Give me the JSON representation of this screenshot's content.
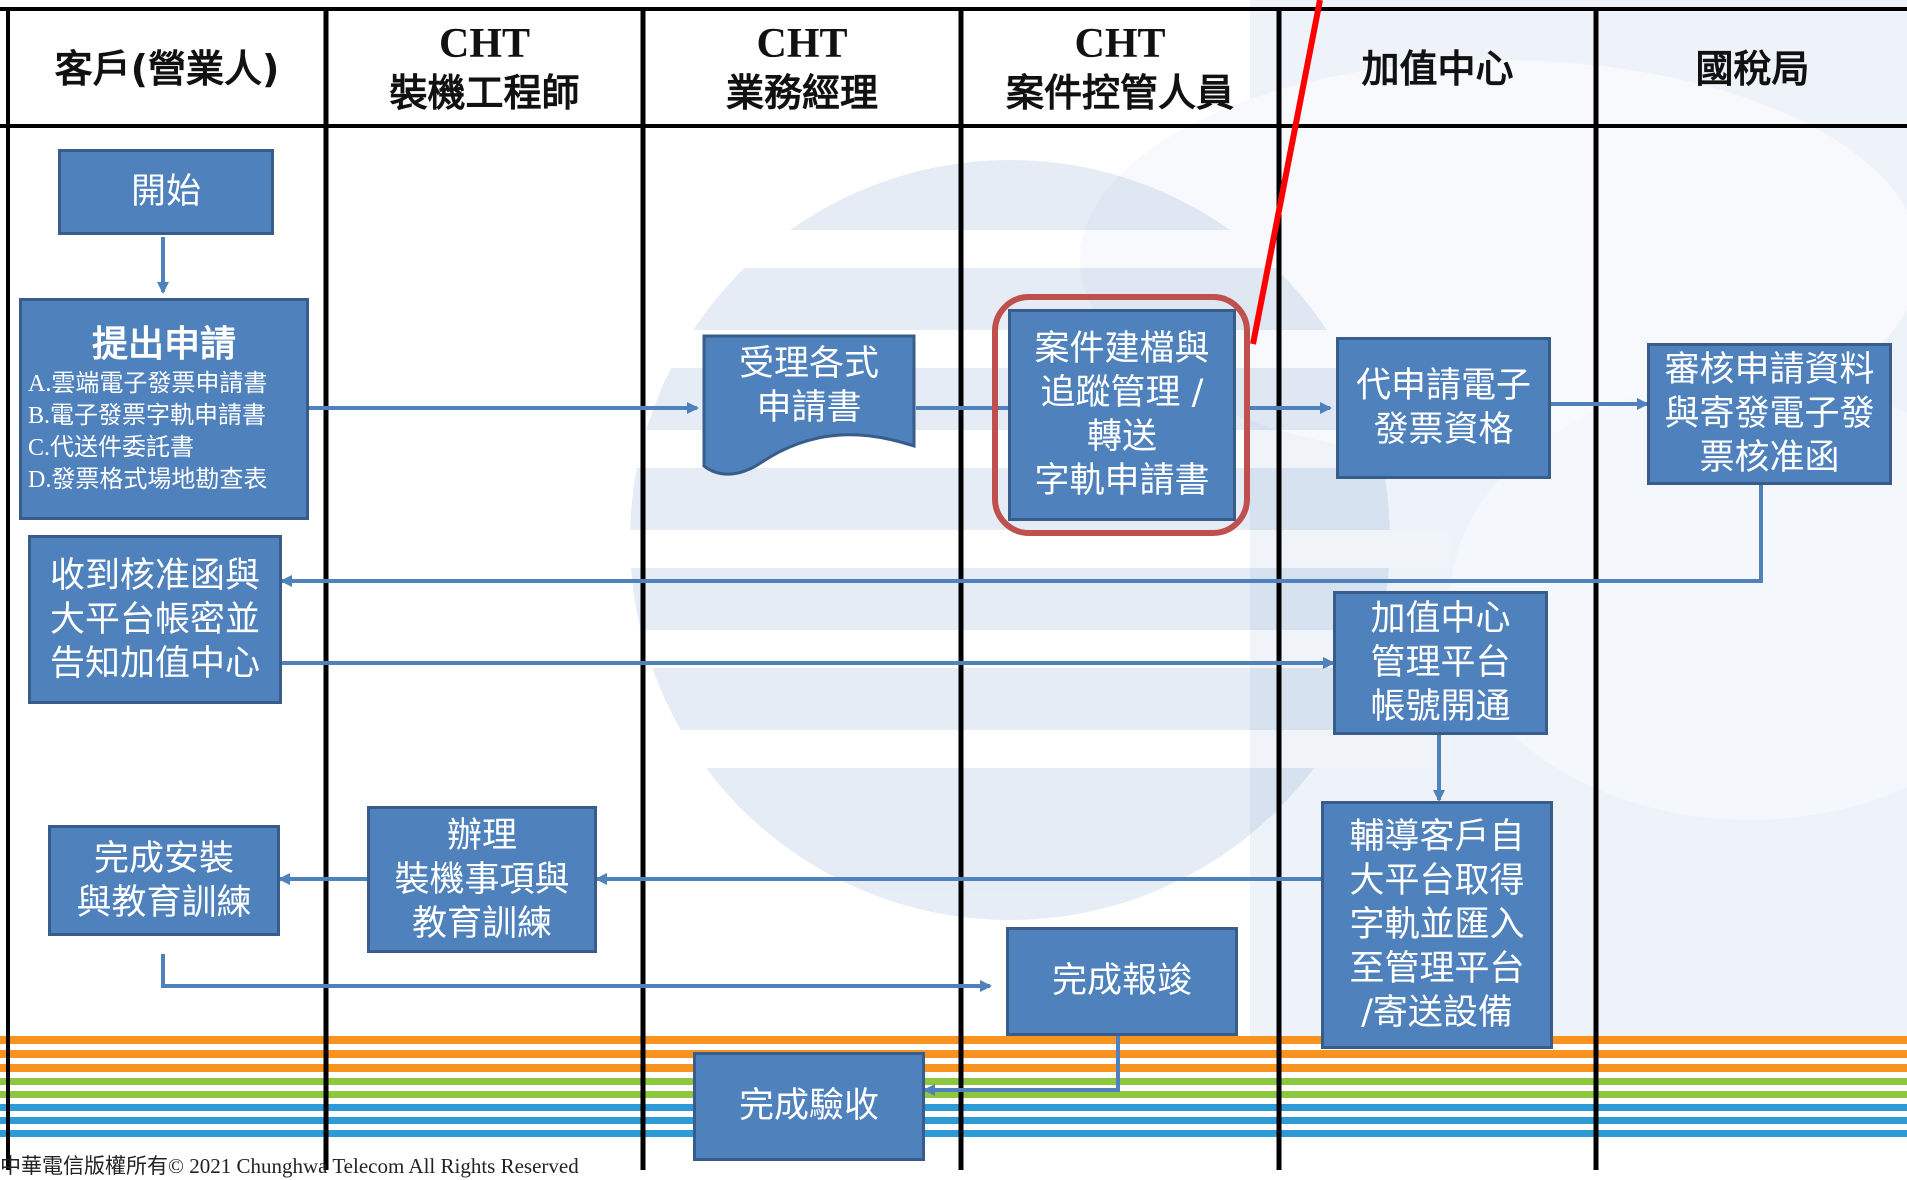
{
  "lanes": {
    "l1": {
      "name": "客戶(營業人)"
    },
    "l2": {
      "org": "CHT",
      "name": "裝機工程師"
    },
    "l3": {
      "org": "CHT",
      "name": "業務經理"
    },
    "l4": {
      "org": "CHT",
      "name": "案件控管人員"
    },
    "l5": {
      "name": "加值中心"
    },
    "l6": {
      "name": "國稅局"
    }
  },
  "steps": {
    "start": {
      "text": "開始"
    },
    "apply": {
      "title": "提出申請",
      "items": [
        "A.雲端電子發票申請書",
        "B.電子發票字軌申請書",
        "C.代送件委託書",
        "D.發票格式場地勘查表"
      ]
    },
    "accept": {
      "lines": [
        "受理各式",
        "申請書"
      ]
    },
    "filing": {
      "lines": [
        "案件建檔與",
        "追蹤管理 /",
        "轉送",
        "字軌申請書"
      ]
    },
    "proxy": {
      "lines": [
        "代申請電子",
        "發票資格"
      ]
    },
    "review": {
      "lines": [
        "審核申請資料",
        "與寄發電子發",
        "票核准函"
      ]
    },
    "receive": {
      "lines": [
        "收到核准函與",
        "大平台帳密並",
        "告知加值中心"
      ]
    },
    "platform": {
      "lines": [
        "加值中心",
        "管理平台",
        "帳號開通"
      ]
    },
    "guide": {
      "lines": [
        "輔導客戶自",
        "大平台取得",
        "字軌並匯入",
        "至管理平台",
        "/寄送設備"
      ]
    },
    "install": {
      "lines": [
        "辦理",
        "裝機事項與",
        "教育訓練"
      ]
    },
    "done_install": {
      "lines": [
        "完成安裝",
        "與教育訓練"
      ]
    },
    "report": {
      "text": "完成報竣"
    },
    "acceptance": {
      "text": "完成驗收"
    }
  },
  "footer": "中華電信版權所有© 2021 Chunghwa Telecom All Rights Reserved",
  "colors": {
    "box_fill": "#4f81bd",
    "box_border": "#385d8a",
    "arrow": "#4f81bd",
    "highlight": "#c0504d",
    "pointer_line": "#ff0000",
    "stripes": [
      "#f7931e",
      "#8dc63f",
      "#2e9ad6"
    ]
  }
}
